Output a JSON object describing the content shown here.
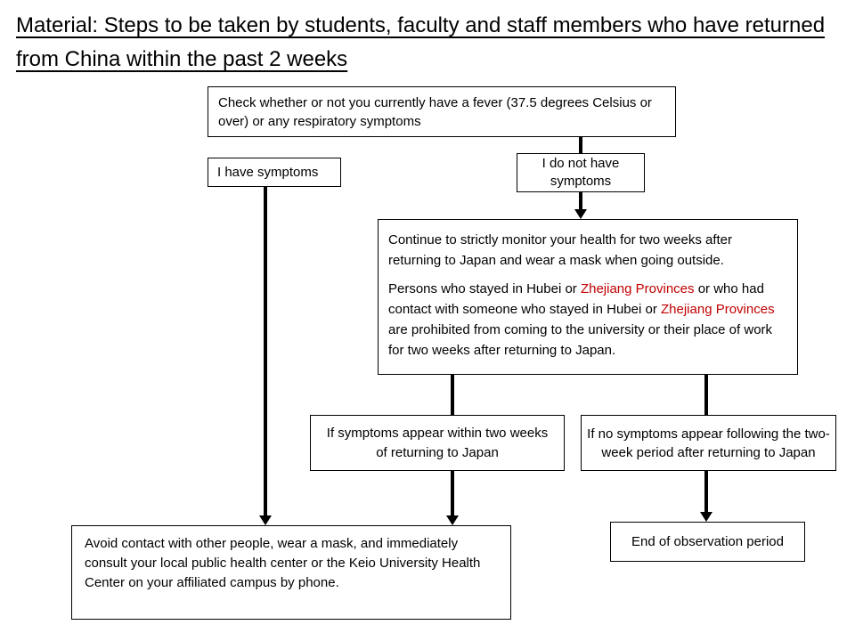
{
  "title": {
    "lines": [
      "Material: Steps to be taken by students, faculty and staff members who have returned",
      "from China within the past 2 weeks"
    ]
  },
  "flowchart": {
    "check_box": "Check whether or not you currently have a fever (37.5 degrees Celsius or over) or any respiratory symptoms",
    "have_symptoms_label": "I have symptoms",
    "no_symptoms_label": "I do not have symptoms",
    "monitor_box": {
      "paragraph1": "Continue to strictly monitor your health for two weeks after returning to Japan and wear a mask when going outside.",
      "paragraph2_segments": [
        {
          "text": "Persons who stayed in Hubei or "
        },
        {
          "text": "Zhejiang Provinces",
          "color": "#C00000"
        },
        {
          "text": " or who had contact with someone who stayed in Hubei or "
        },
        {
          "text": "Zhejiang Provinces",
          "color": "#C00000"
        },
        {
          "text": " are prohibited from coming to the university or their place of work for two weeks after returning to Japan."
        }
      ]
    },
    "symptoms_within_label": "If symptoms appear within two weeks of returning to Japan",
    "no_symptoms_after_label": "If no symptoms appear following the two-week period after returning to Japan",
    "avoid_contact_box": "Avoid contact with other people, wear a mask, and immediately consult your local public health center or the Keio University Health Center on your affiliated campus by phone.",
    "end_observation_box": "End of observation period"
  },
  "colors": {
    "highlight_red": "#C00000",
    "border": "#000000",
    "background": "#FFFFFF"
  }
}
